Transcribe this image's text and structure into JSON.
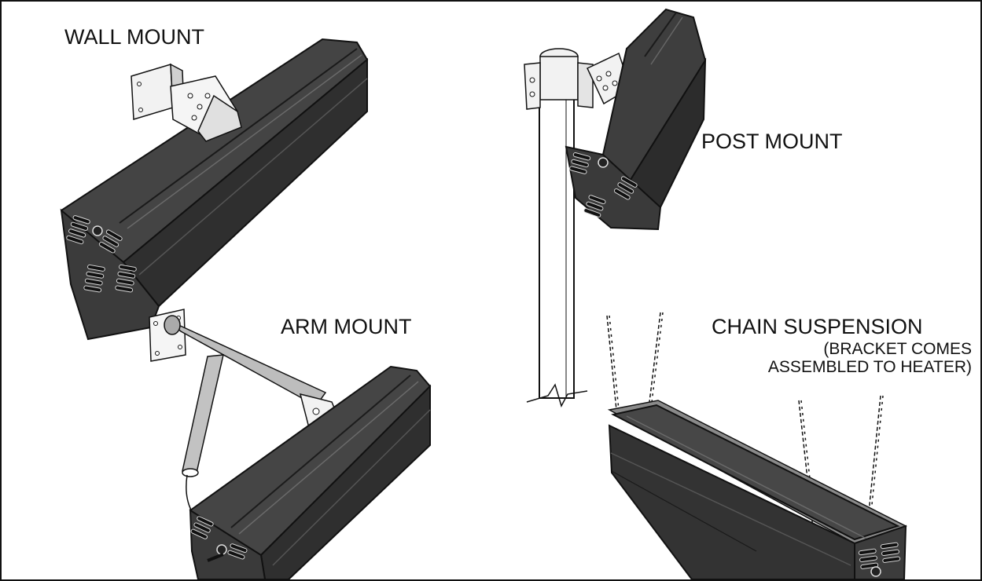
{
  "labels": {
    "wall_mount": "WALL MOUNT",
    "post_mount": "POST MOUNT",
    "arm_mount": "ARM MOUNT",
    "chain_suspension": "CHAIN SUSPENSION",
    "chain_note_line1": "(BRACKET COMES",
    "chain_note_line2": "ASSEMBLED TO HEATER)"
  },
  "colors": {
    "heater_body": "#3a3a3a",
    "heater_dark": "#262626",
    "heater_light": "#555555",
    "bracket": "#f2f2f2",
    "line": "#111111",
    "arm_tube": "#b8b8b8",
    "frame": "#111111"
  }
}
